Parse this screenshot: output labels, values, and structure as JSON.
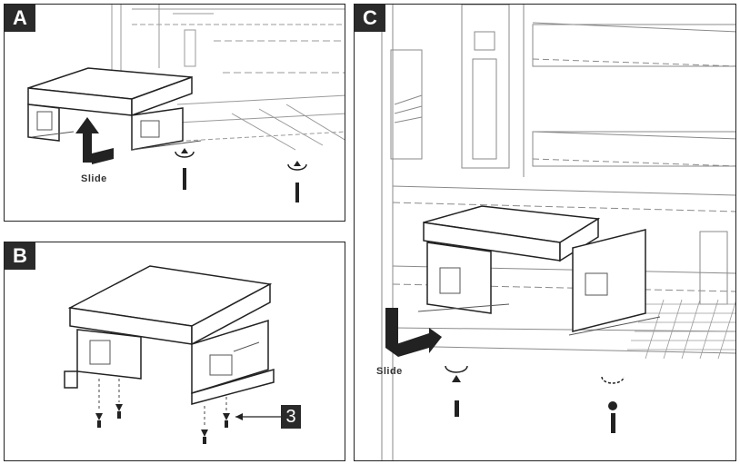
{
  "panels": [
    {
      "label": "A",
      "slide_text": "Slide"
    },
    {
      "label": "B",
      "callout": "3"
    },
    {
      "label": "C",
      "slide_text": "Slide"
    }
  ]
}
